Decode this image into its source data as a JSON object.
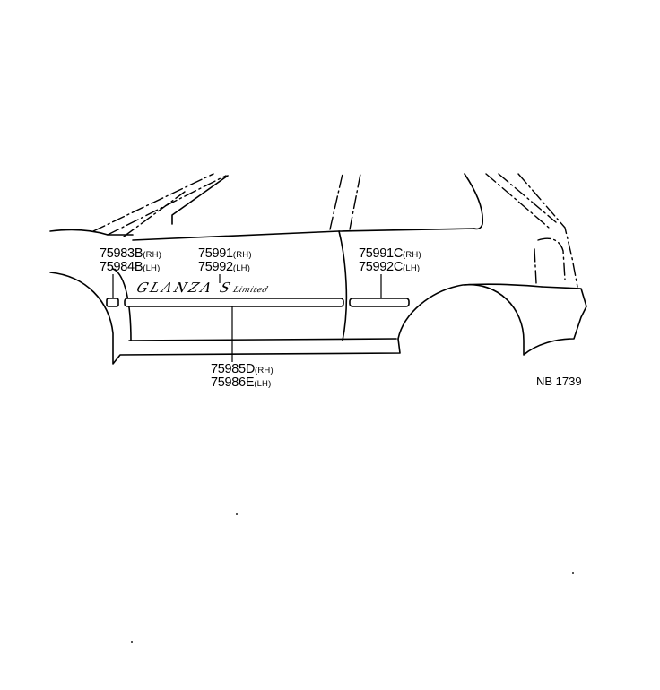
{
  "diagram": {
    "callouts": {
      "front_fender_emblem": {
        "rh_part": "75983B",
        "rh_side": "(RH)",
        "lh_part": "75984B",
        "lh_side": "(LH)"
      },
      "front_door_emblem": {
        "rh_part": "75991",
        "rh_side": "(RH)",
        "lh_part": "75992",
        "lh_side": "(LH)"
      },
      "rear_door_molding": {
        "rh_part": "75991C",
        "rh_side": "(RH)",
        "lh_part": "75992C",
        "lh_side": "(LH)"
      },
      "body_side_molding": {
        "rh_part": "75985D",
        "rh_side": "(RH)",
        "lh_part": "75986E",
        "lh_side": "(LH)"
      }
    },
    "badge": {
      "main": "GLANZA S",
      "sub": "Limited"
    },
    "reference_code": "NB 1739"
  }
}
